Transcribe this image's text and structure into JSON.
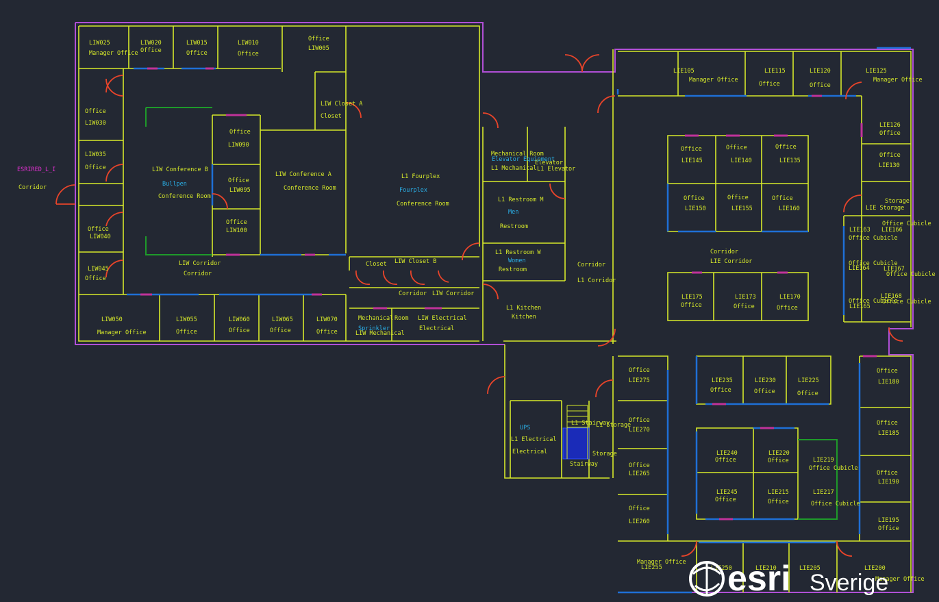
{
  "colors": {
    "background": "#232833",
    "wall": "#d6e82a",
    "outer_wall": "#b04fd6",
    "window": "#1e6fd6",
    "door_panel": "#c0329a",
    "door_swing": "#e8442a",
    "green_wall": "#1e9a2a",
    "label_yellow": "#d6e82a",
    "label_cyan": "#2ab0e8",
    "label_magenta": "#e030d0",
    "stair_fill": "#1a2bb8"
  },
  "labels": [
    {
      "t": "LIW025",
      "c": "y"
    },
    {
      "t": "Manager Office",
      "c": "y"
    },
    {
      "t": "LIW020",
      "c": "y"
    },
    {
      "t": "Office",
      "c": "y"
    },
    {
      "t": "LIW015",
      "c": "y"
    },
    {
      "t": "Office",
      "c": "y"
    },
    {
      "t": "LIW010",
      "c": "y"
    },
    {
      "t": "Office",
      "c": "y"
    },
    {
      "t": "Office",
      "c": "y"
    },
    {
      "t": "LIW005",
      "c": "y"
    },
    {
      "t": "LIW Closet A",
      "c": "y"
    },
    {
      "t": "Closet",
      "c": "y"
    },
    {
      "t": "Office",
      "c": "y"
    },
    {
      "t": "LIW030",
      "c": "y"
    },
    {
      "t": "LIW035",
      "c": "y"
    },
    {
      "t": "Office",
      "c": "y"
    },
    {
      "t": "ESRIRED_L_I",
      "c": "m"
    },
    {
      "t": "Corridor",
      "c": "y"
    },
    {
      "t": "Office",
      "c": "y"
    },
    {
      "t": "LIW040",
      "c": "y"
    },
    {
      "t": "LIW045",
      "c": "y"
    },
    {
      "t": "Office",
      "c": "y"
    },
    {
      "t": "LIW Conference B",
      "c": "y"
    },
    {
      "t": "Bullpen",
      "c": "c"
    },
    {
      "t": "Conference Room",
      "c": "y"
    },
    {
      "t": "Office",
      "c": "y"
    },
    {
      "t": "LIW090",
      "c": "y"
    },
    {
      "t": "Office",
      "c": "y"
    },
    {
      "t": "LIW095",
      "c": "y"
    },
    {
      "t": "Office",
      "c": "y"
    },
    {
      "t": "LIW100",
      "c": "y"
    },
    {
      "t": "LIW Conference A",
      "c": "y"
    },
    {
      "t": "Conference Room",
      "c": "y"
    },
    {
      "t": "L1 Fourplex",
      "c": "y"
    },
    {
      "t": "Fourplex",
      "c": "c"
    },
    {
      "t": "Conference Room",
      "c": "y"
    },
    {
      "t": "LIW Corridor",
      "c": "y"
    },
    {
      "t": "Corridor",
      "c": "y"
    },
    {
      "t": "Closet",
      "c": "y"
    },
    {
      "t": "LIW Closet B",
      "c": "y"
    },
    {
      "t": "Corridor",
      "c": "y"
    },
    {
      "t": "LIW Corridor",
      "c": "y"
    },
    {
      "t": "LIW050",
      "c": "y"
    },
    {
      "t": "Manager Office",
      "c": "y"
    },
    {
      "t": "LIW055",
      "c": "y"
    },
    {
      "t": "Office",
      "c": "y"
    },
    {
      "t": "LIW060",
      "c": "y"
    },
    {
      "t": "Office",
      "c": "y"
    },
    {
      "t": "LIW065",
      "c": "y"
    },
    {
      "t": "Office",
      "c": "y"
    },
    {
      "t": "LIW070",
      "c": "y"
    },
    {
      "t": "Office",
      "c": "y"
    },
    {
      "t": "Mechanical",
      "c": "y"
    },
    {
      "t": "Room",
      "c": "y"
    },
    {
      "t": "LIW Electrical",
      "c": "y"
    },
    {
      "t": "Sprinkler",
      "c": "c"
    },
    {
      "t": "LIW Mechanical",
      "c": "y"
    },
    {
      "t": "Electrical",
      "c": "y"
    },
    {
      "t": "Mechanical Room",
      "c": "y"
    },
    {
      "t": "Elevator Equipment",
      "c": "c"
    },
    {
      "t": "Elevator",
      "c": "y"
    },
    {
      "t": "L1 Mechanical",
      "c": "y"
    },
    {
      "t": "L1 Elevator",
      "c": "y"
    },
    {
      "t": "L1 Restroom M",
      "c": "y"
    },
    {
      "t": "Men",
      "c": "c"
    },
    {
      "t": "Restroom",
      "c": "y"
    },
    {
      "t": "L1 Restroom W",
      "c": "y"
    },
    {
      "t": "Women",
      "c": "c"
    },
    {
      "t": "Restroom",
      "c": "y"
    },
    {
      "t": "L1 Kitchen",
      "c": "y"
    },
    {
      "t": "Kitchen",
      "c": "y"
    },
    {
      "t": "Corridor",
      "c": "y"
    },
    {
      "t": "L1 Corridor",
      "c": "y"
    },
    {
      "t": "UPS",
      "c": "c"
    },
    {
      "t": "L1 Electrical",
      "c": "y"
    },
    {
      "t": "Electrical",
      "c": "y"
    },
    {
      "t": "L1 Stairway",
      "c": "y"
    },
    {
      "t": "L1 Storage",
      "c": "y"
    },
    {
      "t": "Storage",
      "c": "y"
    },
    {
      "t": "Stairway",
      "c": "y"
    },
    {
      "t": "LIE105",
      "c": "y"
    },
    {
      "t": "Manager Office",
      "c": "y"
    },
    {
      "t": "LIE115",
      "c": "y"
    },
    {
      "t": "Office",
      "c": "y"
    },
    {
      "t": "LIE120",
      "c": "y"
    },
    {
      "t": "Office",
      "c": "y"
    },
    {
      "t": "LIE125",
      "c": "y"
    },
    {
      "t": "Manager Office",
      "c": "y"
    },
    {
      "t": "LIE126",
      "c": "y"
    },
    {
      "t": "Office",
      "c": "y"
    },
    {
      "t": "Office",
      "c": "y"
    },
    {
      "t": "LIE130",
      "c": "y"
    },
    {
      "t": "Storage",
      "c": "y"
    },
    {
      "t": "LIE Storage",
      "c": "y"
    },
    {
      "t": "Office",
      "c": "y"
    },
    {
      "t": "LIE145",
      "c": "y"
    },
    {
      "t": "Office",
      "c": "y"
    },
    {
      "t": "LIE140",
      "c": "y"
    },
    {
      "t": "Office",
      "c": "y"
    },
    {
      "t": "LIE135",
      "c": "y"
    },
    {
      "t": "Office",
      "c": "y"
    },
    {
      "t": "LIE150",
      "c": "y"
    },
    {
      "t": "Office",
      "c": "y"
    },
    {
      "t": "LIE155",
      "c": "y"
    },
    {
      "t": "Office",
      "c": "y"
    },
    {
      "t": "LIE160",
      "c": "y"
    },
    {
      "t": "Corridor",
      "c": "y"
    },
    {
      "t": "LIE Corridor",
      "c": "y"
    },
    {
      "t": "Office Cubicle",
      "c": "y"
    },
    {
      "t": "LIE163",
      "c": "y"
    },
    {
      "t": "LIE166",
      "c": "y"
    },
    {
      "t": "Office Cubicle",
      "c": "y"
    },
    {
      "t": "Office Cubicle",
      "c": "y"
    },
    {
      "t": "LIE164",
      "c": "y"
    },
    {
      "t": "LIE167",
      "c": "y"
    },
    {
      "t": "Office Cubicle",
      "c": "y"
    },
    {
      "t": "Office Cubicle",
      "c": "y"
    },
    {
      "t": "LIE165",
      "c": "y"
    },
    {
      "t": "LIE168",
      "c": "y"
    },
    {
      "t": "Office Cubicle",
      "c": "y"
    },
    {
      "t": "LIE175",
      "c": "y"
    },
    {
      "t": "Office",
      "c": "y"
    },
    {
      "t": "LIE173",
      "c": "y"
    },
    {
      "t": "Office",
      "c": "y"
    },
    {
      "t": "LIE170",
      "c": "y"
    },
    {
      "t": "Office",
      "c": "y"
    },
    {
      "t": "Office",
      "c": "y"
    },
    {
      "t": "LIE275",
      "c": "y"
    },
    {
      "t": "LIE235",
      "c": "y"
    },
    {
      "t": "Office",
      "c": "y"
    },
    {
      "t": "LIE230",
      "c": "y"
    },
    {
      "t": "Office",
      "c": "y"
    },
    {
      "t": "LIE225",
      "c": "y"
    },
    {
      "t": "Office",
      "c": "y"
    },
    {
      "t": "Office",
      "c": "y"
    },
    {
      "t": "LIE180",
      "c": "y"
    },
    {
      "t": "Office",
      "c": "y"
    },
    {
      "t": "LIE270",
      "c": "y"
    },
    {
      "t": "LIE240",
      "c": "y"
    },
    {
      "t": "Office",
      "c": "y"
    },
    {
      "t": "LIE220",
      "c": "y"
    },
    {
      "t": "Office",
      "c": "y"
    },
    {
      "t": "LIE219",
      "c": "y"
    },
    {
      "t": "Office Cubicle",
      "c": "y"
    },
    {
      "t": "Office",
      "c": "y"
    },
    {
      "t": "LIE185",
      "c": "y"
    },
    {
      "t": "Office",
      "c": "y"
    },
    {
      "t": "LIE265",
      "c": "y"
    },
    {
      "t": "Office",
      "c": "y"
    },
    {
      "t": "LIE190",
      "c": "y"
    },
    {
      "t": "LIE245",
      "c": "y"
    },
    {
      "t": "Office",
      "c": "y"
    },
    {
      "t": "LIE215",
      "c": "y"
    },
    {
      "t": "Office",
      "c": "y"
    },
    {
      "t": "LIE217",
      "c": "y"
    },
    {
      "t": "Office Cubicle",
      "c": "y"
    },
    {
      "t": "Office",
      "c": "y"
    },
    {
      "t": "LIE260",
      "c": "y"
    },
    {
      "t": "LIE195",
      "c": "y"
    },
    {
      "t": "Office",
      "c": "y"
    },
    {
      "t": "Manager Office",
      "c": "y"
    },
    {
      "t": "LIE255",
      "c": "y"
    },
    {
      "t": "LIE250",
      "c": "y"
    },
    {
      "t": "LIE210",
      "c": "y"
    },
    {
      "t": "LIE205",
      "c": "y"
    },
    {
      "t": "LIE200",
      "c": "y"
    },
    {
      "t": "Manager Office",
      "c": "y"
    }
  ],
  "logo": {
    "brand": "esri",
    "suffix": "Sverige"
  }
}
